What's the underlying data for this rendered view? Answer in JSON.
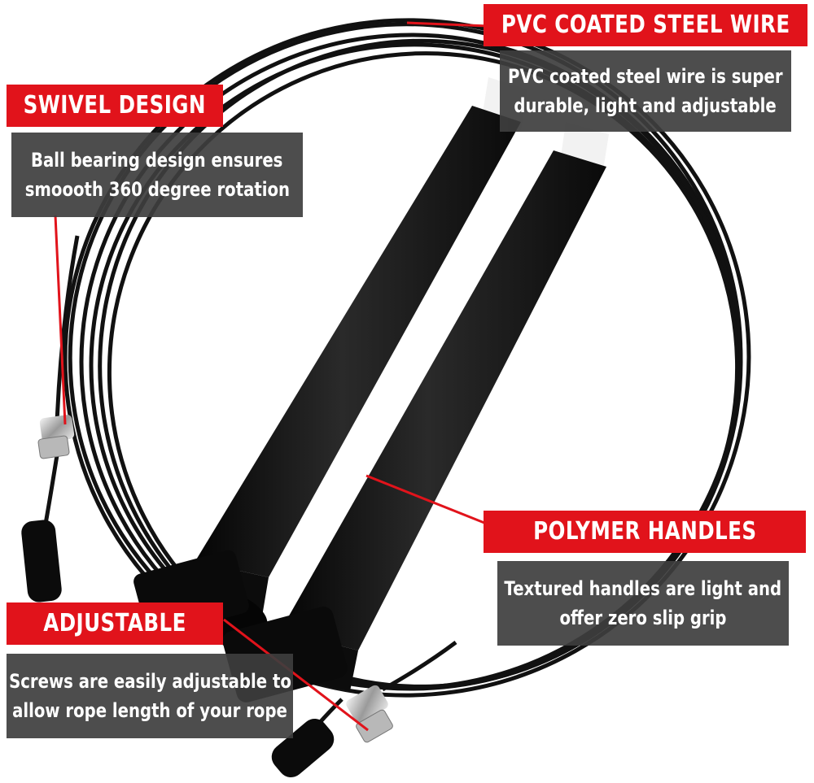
{
  "callouts": {
    "pvc": {
      "title": "PVC COATED STEEL WIRE",
      "line1": "PVC coated steel wire is super",
      "line2": "durable, light and adjustable"
    },
    "swivel": {
      "title": "SWIVEL DESIGN",
      "line1": "Ball bearing design ensures",
      "line2": "smoooth 360 degree rotation"
    },
    "handles": {
      "title": "POLYMER HANDLES",
      "line1": "Textured handles are light and",
      "line2": "offer zero slip grip"
    },
    "adjustable": {
      "title": "ADJUSTABLE",
      "line1": "Screws are easily adjustable to",
      "line2": "allow rope length of your rope"
    }
  },
  "colors": {
    "accent_red": "#e1131b",
    "box_grey": "#3e3e3e",
    "rope_black": "#111111"
  }
}
